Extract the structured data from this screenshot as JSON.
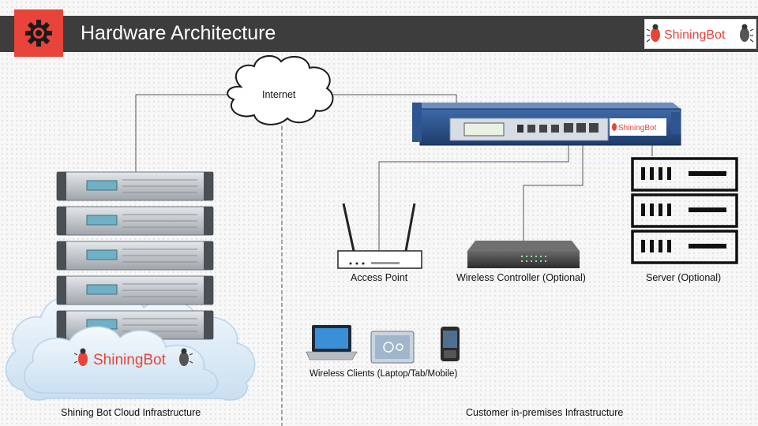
{
  "header": {
    "title": "Hardware Architecture",
    "logo_text": "ShiningBot",
    "accent_color": "#e8443a",
    "bar_color": "#3d3d3d"
  },
  "nodes": {
    "internet": "Internet",
    "access_point": "Access Point",
    "wireless_controller": "Wireless Controller (Optional)",
    "server": "Server (Optional)",
    "wireless_clients": "Wireless Clients (Laptop/Tab/Mobile)",
    "cloud_logo": "ShiningBot",
    "router_logo": "ShiningBot"
  },
  "sections": {
    "cloud_infra": "Shining Bot Cloud Infrastructure",
    "on_prem": "Customer in-premises Infrastructure"
  }
}
